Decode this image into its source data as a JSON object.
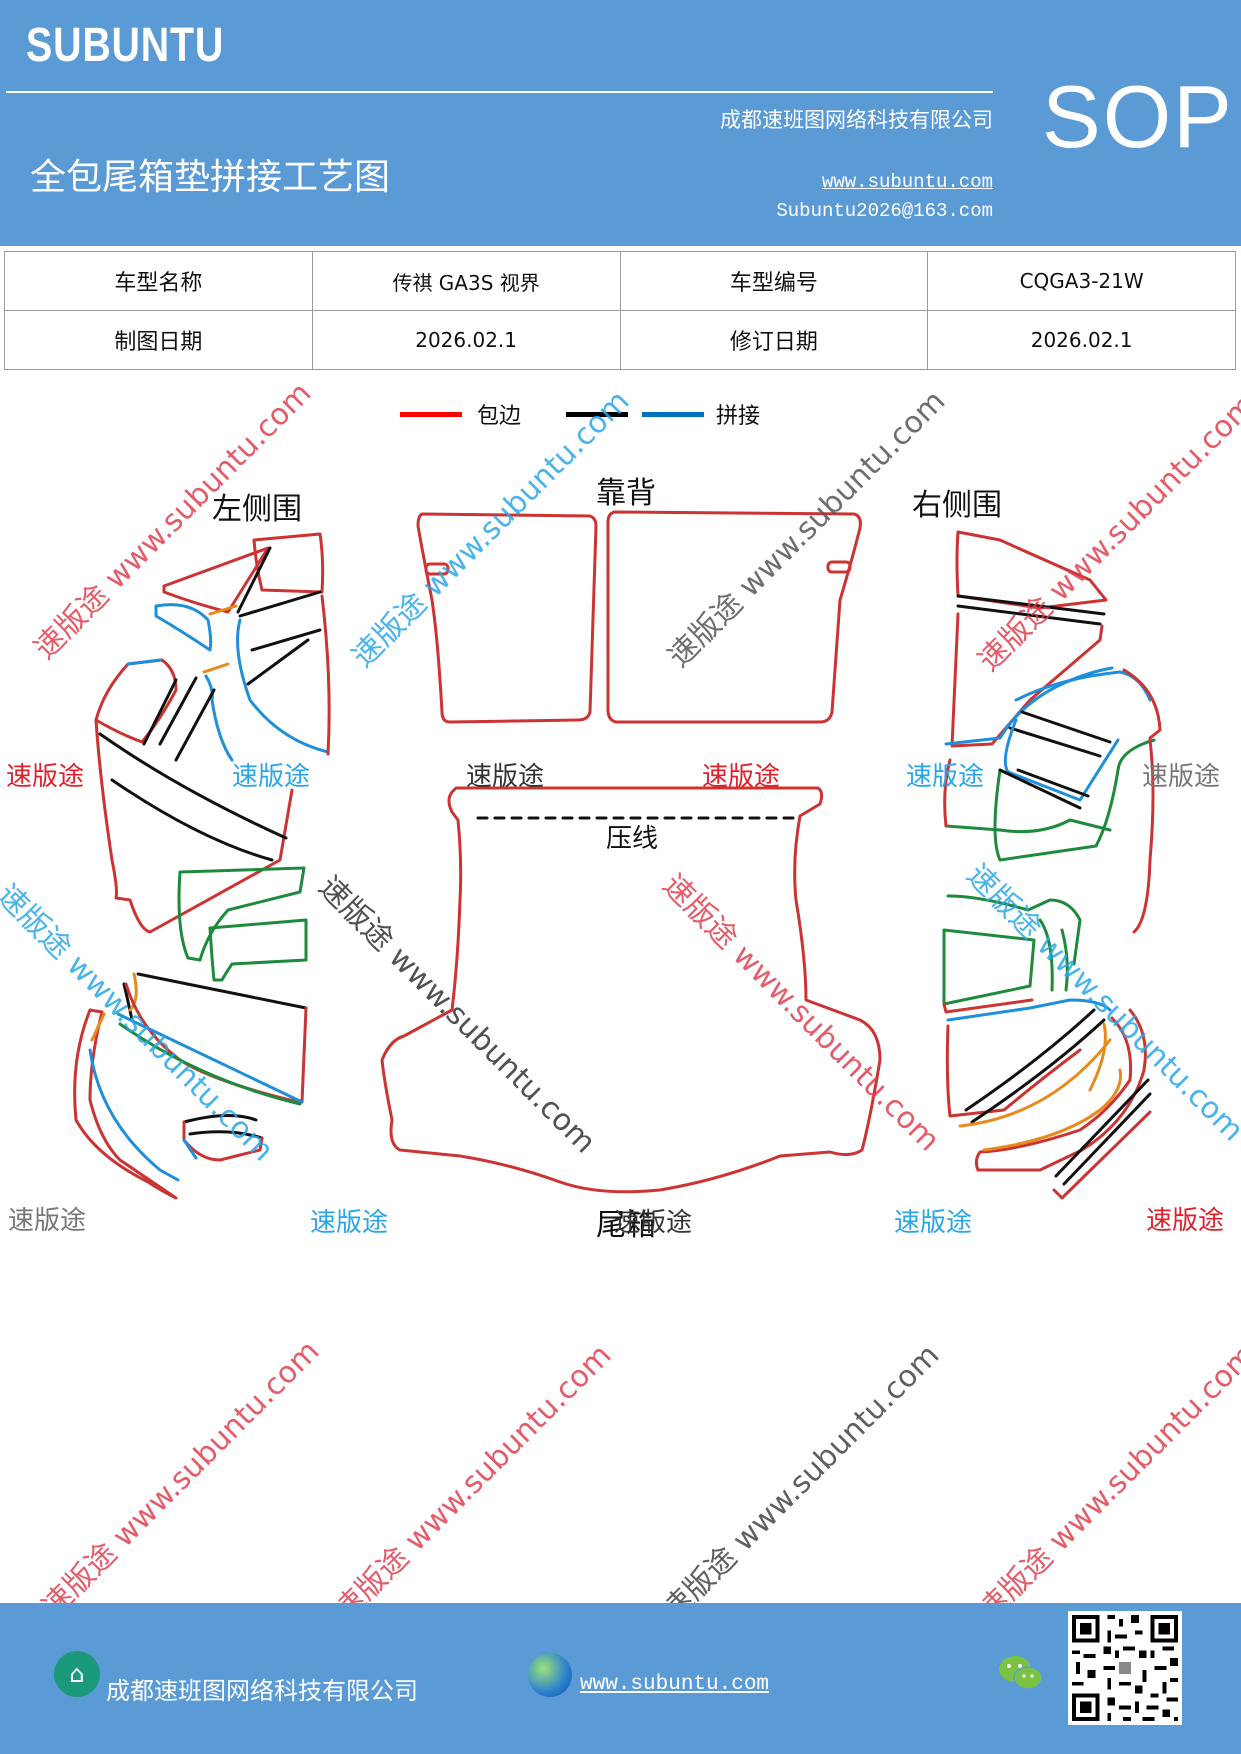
{
  "header": {
    "brand": "SUBUNTU",
    "doc_type": "SOP",
    "company": "成都速班图网络科技有限公司",
    "title": "全包尾箱垫拼接工艺图",
    "website": "www.subuntu.com",
    "email": "Subuntu2026@163.com"
  },
  "info_table": {
    "row1": {
      "label1": "车型名称",
      "value1": "传祺 GA3S 视界",
      "label2": "车型编号",
      "value2": "CQGA3-21W"
    },
    "row2": {
      "label1": "制图日期",
      "value1": "2026.02.1",
      "label2": "修订日期",
      "value2": "2026.02.1"
    }
  },
  "legend": {
    "items": [
      {
        "label": "包边",
        "color": "#ff0000"
      },
      {
        "label": "",
        "color": "#000000"
      },
      {
        "label": "拼接",
        "color": "#0070c0"
      }
    ]
  },
  "sections": {
    "left": "左侧围",
    "back": "靠背",
    "right": "右侧围",
    "crease": "压线",
    "trunk": "尾箱"
  },
  "watermarks": {
    "brand_cn": "速版途",
    "url": "www.subuntu.com",
    "diagonal": "速版途 www.subuntu.com"
  },
  "colors": {
    "header_bg": "#5b9bd5",
    "outline_red": "#cc3333",
    "black": "#111111",
    "blue": "#1e8fd8",
    "green": "#1e8a3c",
    "orange": "#e88a1a"
  },
  "footer": {
    "company": "成都速班图网络科技有限公司",
    "website": "www.subuntu.com",
    "home_icon": "home-icon",
    "globe_icon": "globe-icon",
    "wechat_icon": "wechat-icon",
    "qr": "qr-code"
  }
}
